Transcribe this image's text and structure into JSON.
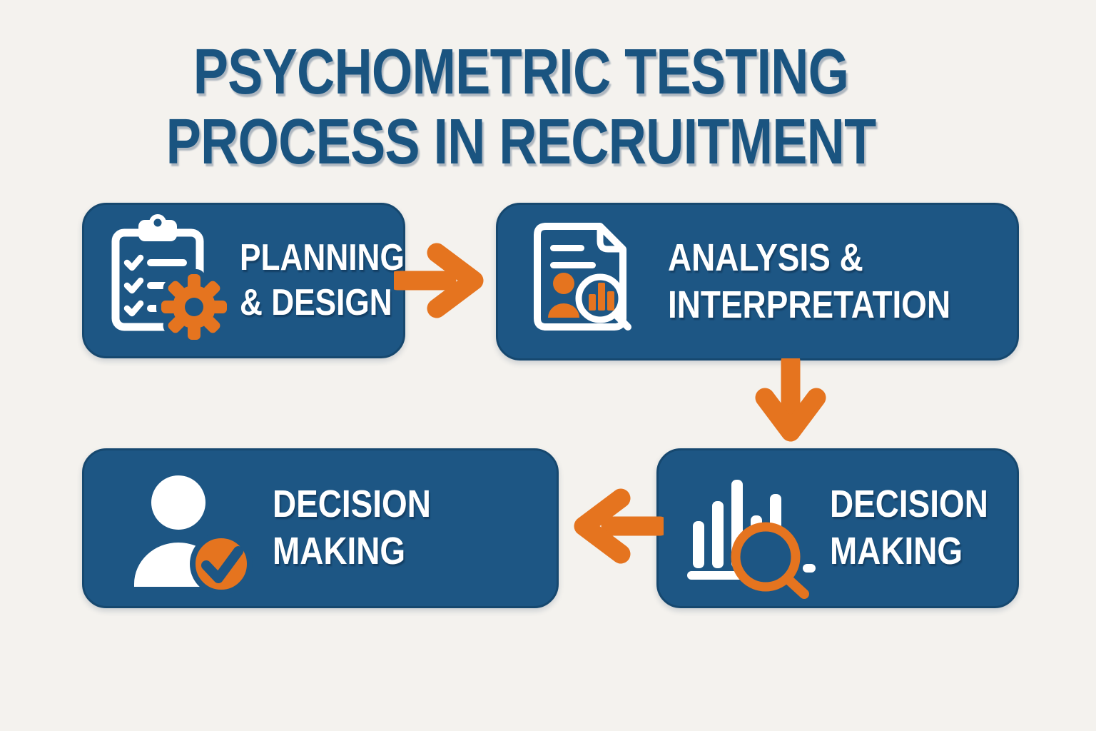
{
  "title": {
    "line1": "PSYCHOMETRIC TESTING",
    "line2": "PROCESS IN RECRUITMENT"
  },
  "colors": {
    "background": "#f4f2ee",
    "box_blue": "#1d5684",
    "box_border": "#16486f",
    "accent_orange": "#e5741f",
    "title_blue": "#1a5480",
    "text_white": "#ffffff"
  },
  "steps": [
    {
      "id": "planning-design",
      "line1": "PLANNING",
      "line2": "& DESIGN",
      "icon": "clipboard-checklist-gear-icon"
    },
    {
      "id": "analysis-interpretation",
      "line1": "ANALYSIS &",
      "line2": "INTERPRETATION",
      "icon": "report-person-magnifier-icon"
    },
    {
      "id": "decision-making-review",
      "line1": "DECISION",
      "line2": "MAKING",
      "icon": "bar-chart-magnifier-icon"
    },
    {
      "id": "decision-making-final",
      "line1": "DECISION",
      "line2": "MAKING",
      "icon": "person-approved-icon"
    }
  ],
  "connectors": [
    {
      "from": "planning-design",
      "to": "analysis-interpretation",
      "direction": "right"
    },
    {
      "from": "analysis-interpretation",
      "to": "decision-making-review",
      "direction": "down"
    },
    {
      "from": "decision-making-review",
      "to": "decision-making-final",
      "direction": "left"
    }
  ]
}
